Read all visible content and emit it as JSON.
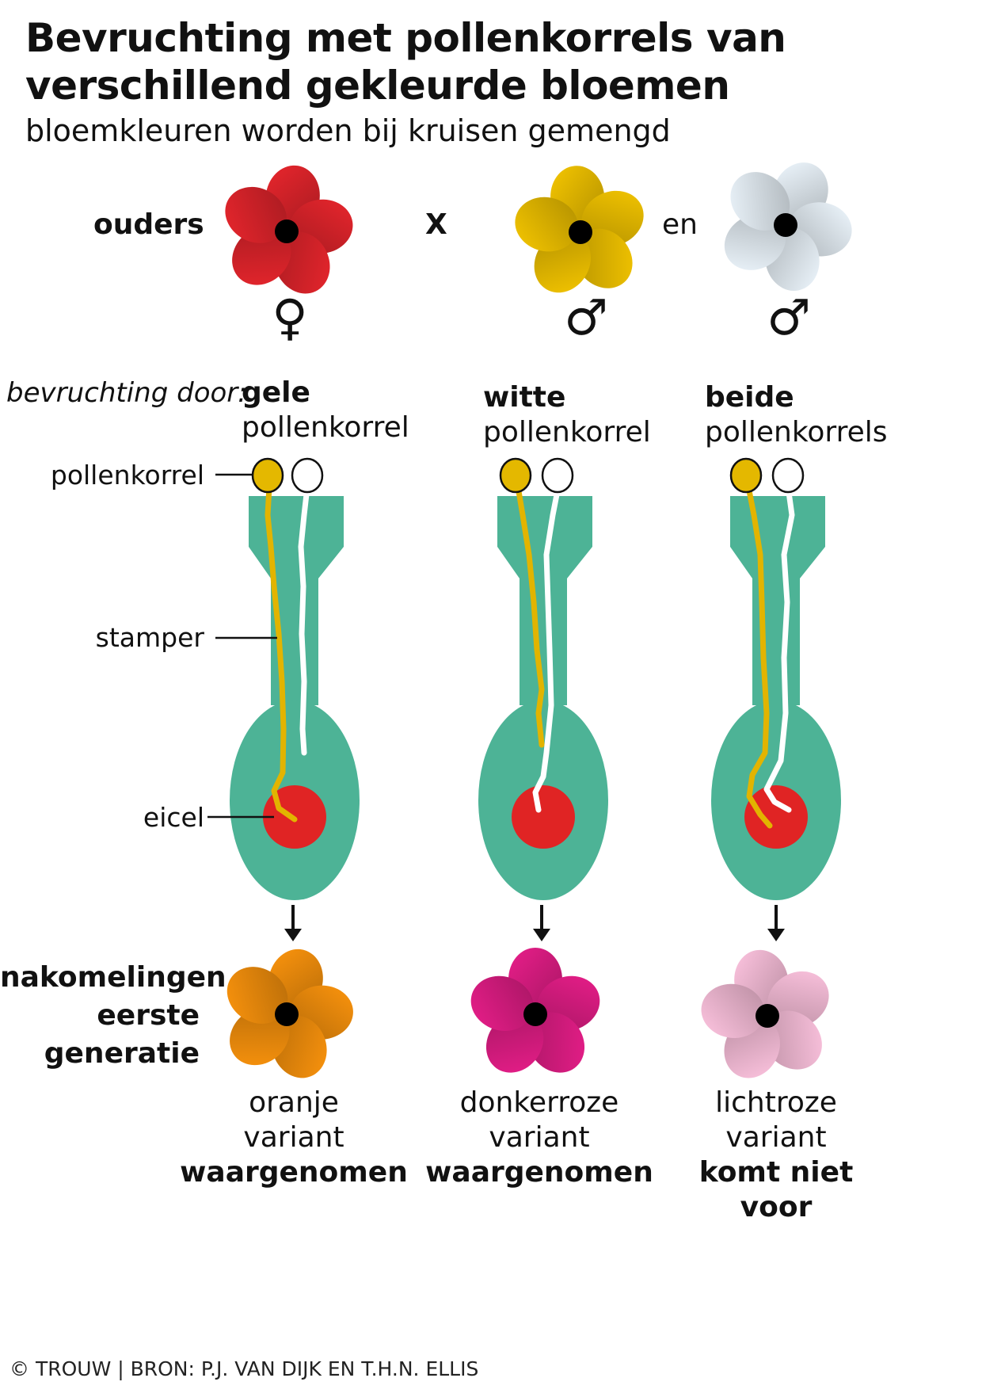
{
  "title": {
    "line1": "Bevruchting met pollenkorrels van",
    "line2": "verschillend gekleurde bloemen"
  },
  "subtitle": "bloemkleuren worden bij kruisen gemengd",
  "parents": {
    "label": "ouders",
    "cross": "X",
    "and": "en",
    "female_symbol": "♀",
    "male_symbol": "♂",
    "colors": {
      "red": "#d8232a",
      "yellow": "#e4b800",
      "white": "#dde6ec"
    }
  },
  "fertilization": {
    "prefix": "bevruchting door:",
    "columns": [
      {
        "bold": "gele",
        "normal": "pollenkorrel"
      },
      {
        "bold": "witte",
        "normal": "pollenkorrel"
      },
      {
        "bold": "beide",
        "normal": "pollenkorrels"
      }
    ]
  },
  "labels": {
    "pollen": "pollenkorrel",
    "pistil": "stamper",
    "egg": "eicel"
  },
  "offspring": {
    "heading": [
      "nakomelingen",
      "eerste",
      "generatie"
    ],
    "items": [
      {
        "color_name": "oranje",
        "variant": "variant",
        "result": "waargenomen",
        "color": "#ea8a0c"
      },
      {
        "color_name": "donkerroze",
        "variant": "variant",
        "result": "waargenomen",
        "color": "#d81c80"
      },
      {
        "color_name": "lichtroze",
        "variant": "variant",
        "result": "komt niet voor",
        "color": "#efb6d0"
      }
    ]
  },
  "colors": {
    "pistil": "#4db396",
    "egg": "#e02424",
    "pollen_yellow": "#e4b800",
    "pollen_tube_yellow": "#e2b400"
  },
  "footer": "© TROUW | BRON: P.J. VAN DIJK EN T.H.N. ELLIS"
}
